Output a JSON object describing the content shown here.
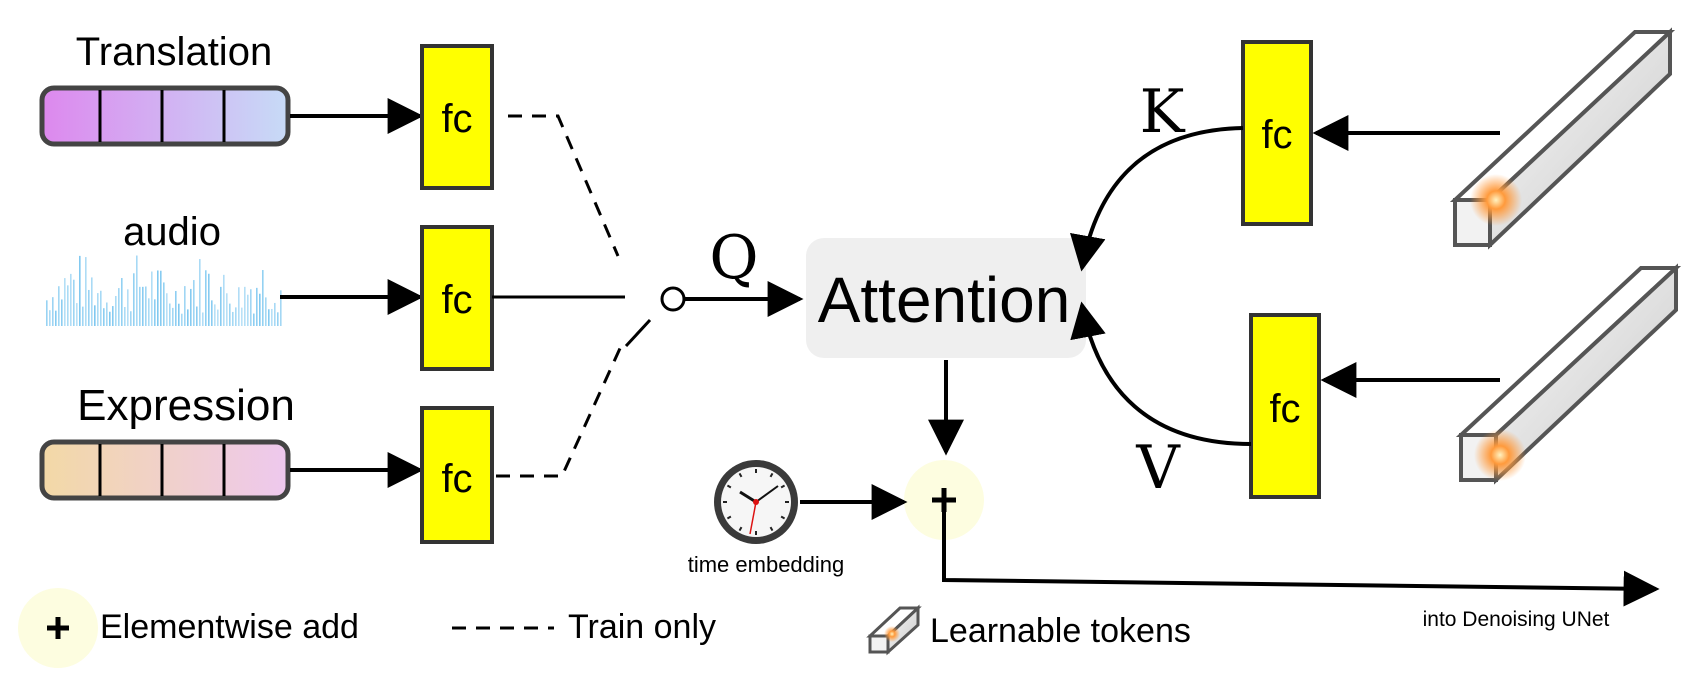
{
  "inputs": {
    "translation": "Translation",
    "audio": "audio",
    "expression": "Expression"
  },
  "fc_label": "fc",
  "attention": {
    "label": "Attention",
    "q": "Q",
    "k": "K",
    "v": "V"
  },
  "time_embedding": "time embedding",
  "output_label": "into Denoising UNet",
  "legend": {
    "add": "Elementwise add",
    "train_only": "Train only",
    "tokens": "Learnable tokens"
  },
  "colors": {
    "fc_fill": "#ffff00",
    "attention_bg": "#efefef",
    "add_circle": "#fdfde0",
    "translation_from": "#dd88ee",
    "translation_to": "#c7dbf7",
    "expression_from": "#f3d9a6",
    "expression_to": "#eec8ee",
    "audio_wave": "#7fc8f0"
  },
  "icons": {
    "clock": "clock-icon",
    "token": "token-prism-icon",
    "add": "plus-icon"
  }
}
